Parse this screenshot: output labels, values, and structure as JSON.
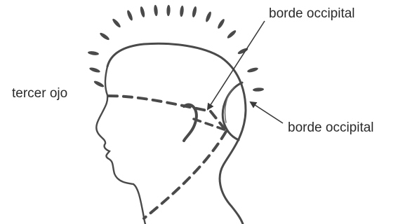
{
  "labels": {
    "third_eye": "tercer ojo",
    "occipital_top": "borde occipital",
    "occipital_right": "borde occipital"
  },
  "colors": {
    "ink": "#2a2a2a",
    "stroke": "#4a4a4a",
    "background": "#ffffff"
  }
}
